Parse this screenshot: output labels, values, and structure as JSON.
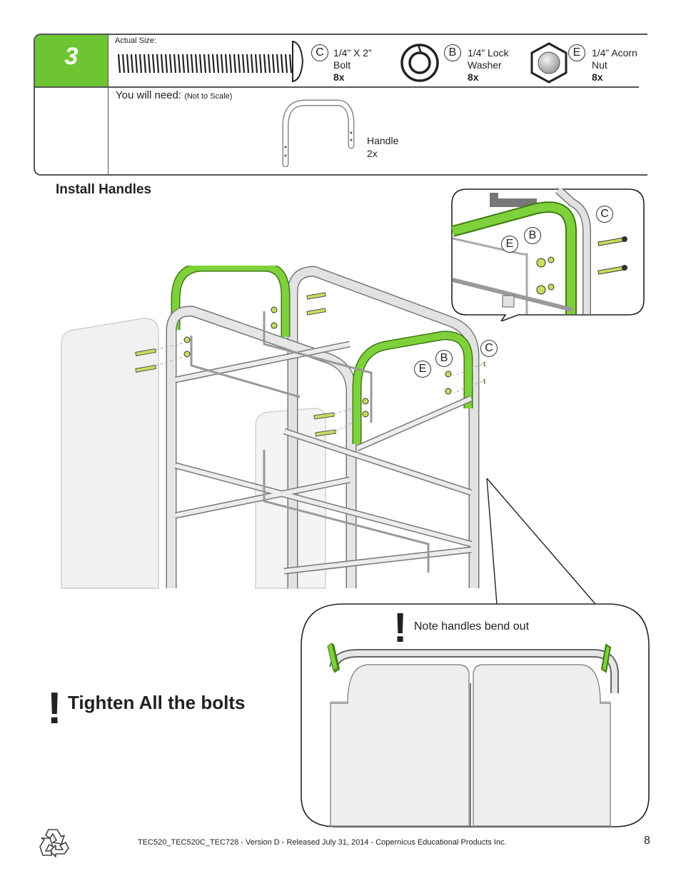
{
  "step": {
    "number": "3"
  },
  "parts_header": {
    "actual_size_label": "Actual Size:",
    "parts": [
      {
        "letter": "C",
        "name_line1": "1/4” X 2”",
        "name_line2": "Bolt",
        "qty": "8x"
      },
      {
        "letter": "B",
        "name_line1": "1/4” Lock",
        "name_line2": "Washer",
        "qty": "8x"
      },
      {
        "letter": "E",
        "name_line1": "1/4” Acorn",
        "name_line2": "Nut",
        "qty": "8x"
      }
    ]
  },
  "need": {
    "label": "You will need:",
    "note": "(Not to Scale)",
    "item_line1": "Handle",
    "item_line2": "2x"
  },
  "section_title": "Install Handles",
  "callout_letters": {
    "c": "C",
    "b": "B",
    "e": "E"
  },
  "note_handles": "Note handles bend out",
  "warning_mark": "!",
  "tighten_text": "Tighten All the bolts",
  "footer": "TEC520_TEC520C_TEC728 - Version D - Released July 31, 2014 - Copernicus Educational Products Inc.",
  "page_number": "8",
  "colors": {
    "accent_green": "#6dc531",
    "frame_gray": "#d8d8d8",
    "outline": "#555555"
  },
  "icons": [
    "recycle-icon",
    "bolt-icon",
    "lock-washer-icon",
    "acorn-nut-icon",
    "handle-icon"
  ]
}
